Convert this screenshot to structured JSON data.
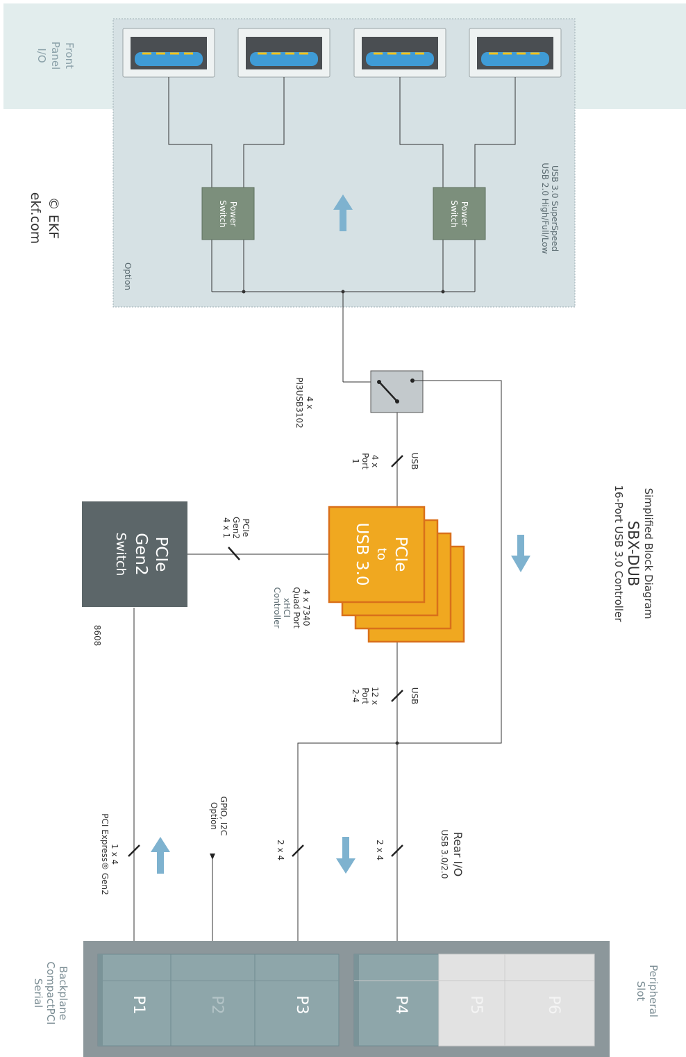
{
  "title": {
    "line1": "Simplified Block Diagram",
    "line2": "SBX-DUB",
    "line3": "16-Port USB 3.0 Controller"
  },
  "front_panel": {
    "l1": "Front",
    "l2": "Panel",
    "l3": "I/O"
  },
  "copyright": {
    "l1": "© EKF",
    "l2": "ekf.com"
  },
  "option_box": {
    "label": "Option",
    "usb_l1": "USB 3.0 SuperSpeed",
    "usb_l2": "USB 2.0 High/Full/Low"
  },
  "power_switch": {
    "l1": "Power",
    "l2": "Switch"
  },
  "mux": {
    "count": "4 x",
    "part": "PI3USB3102"
  },
  "usb_port1": {
    "l1": "USB",
    "l2": "4 x",
    "l3": "Port",
    "l4": "1"
  },
  "usb_port24": {
    "l1": "USB",
    "l2": "12 x",
    "l3": "Port",
    "l4": "2-4"
  },
  "pcie_link": {
    "l1": "PCIe",
    "l2": "Gen2",
    "l3": "4 x 1"
  },
  "controller": {
    "l1": "PCIe",
    "l2": "to",
    "l3": "USB 3.0",
    "desc1": "4 x 7340",
    "desc2": "Quad Port",
    "desc3": "xHCI",
    "desc4": "Controller"
  },
  "pcie_switch": {
    "l1": "PCIe",
    "l2": "Gen2",
    "l3": "Switch",
    "part": "8608"
  },
  "rear_io": {
    "l1": "Rear I/O",
    "l2": "USB 3.0/2.0"
  },
  "bus_labels": {
    "p4": "2 x 4",
    "p3": "2 x 4",
    "gpio1": "GPIO, I2C",
    "gpio2": "Option",
    "pcie1": "1 x 4",
    "pcie2": "PCI Express® Gen2"
  },
  "peripheral": {
    "l1": "Peripheral",
    "l2": "Slot"
  },
  "backplane": {
    "l1": "Backplane",
    "l2": "CompactPCI",
    "l3": "Serial"
  },
  "connectors": [
    "P1",
    "P2",
    "P3",
    "P4",
    "P5",
    "P6"
  ],
  "colors": {
    "orange": "#f0a820",
    "orange_border": "#d9701a",
    "dark_switch": "#5c6669",
    "power_switch": "#7c8f7c",
    "panel_bg": "#e2eded",
    "option_bg": "#d6e1e4",
    "active_conn": "#8ea6aa",
    "inactive_conn": "#e2e2e2",
    "arrow": "#7eb2cf"
  }
}
